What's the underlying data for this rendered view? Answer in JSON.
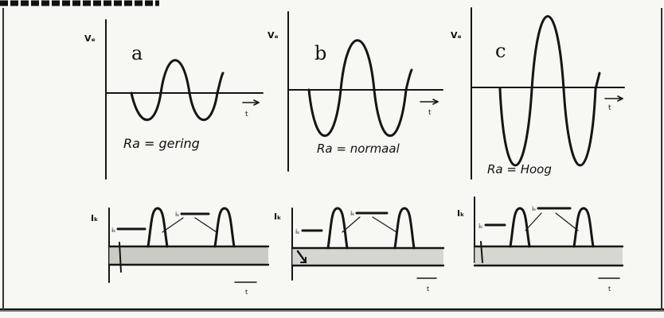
{
  "panels": [
    {
      "letter": "a",
      "ra_label": "Ra = gering",
      "axis_label_top": "Vₑ",
      "axis_label_bottom": "Iₖ",
      "pulse_label_1": "iₖ",
      "pulse_label_2": "iₖ"
    },
    {
      "letter": "b",
      "ra_label": "Ra = normaal",
      "axis_label_top": "Vₑ",
      "axis_label_bottom": "Iₖ",
      "pulse_label_1": "iₖ",
      "pulse_label_2": "iₖ"
    },
    {
      "letter": "c",
      "ra_label": "Ra = Hoog",
      "axis_label_top": "Vₑ",
      "axis_label_bottom": "Iₖ",
      "pulse_label_1": "iₖ",
      "pulse_label_2": "iₖ"
    }
  ],
  "axis_t_label": "t",
  "colors": {
    "ink": "#151515",
    "paper": "#f7f7f4",
    "hatch": "#8a8a86"
  },
  "waves": [
    {
      "panel": "a",
      "relative_amplitude": 0.6
    },
    {
      "panel": "b",
      "relative_amplitude": 1.0
    },
    {
      "panel": "c",
      "relative_amplitude": 1.7
    }
  ]
}
